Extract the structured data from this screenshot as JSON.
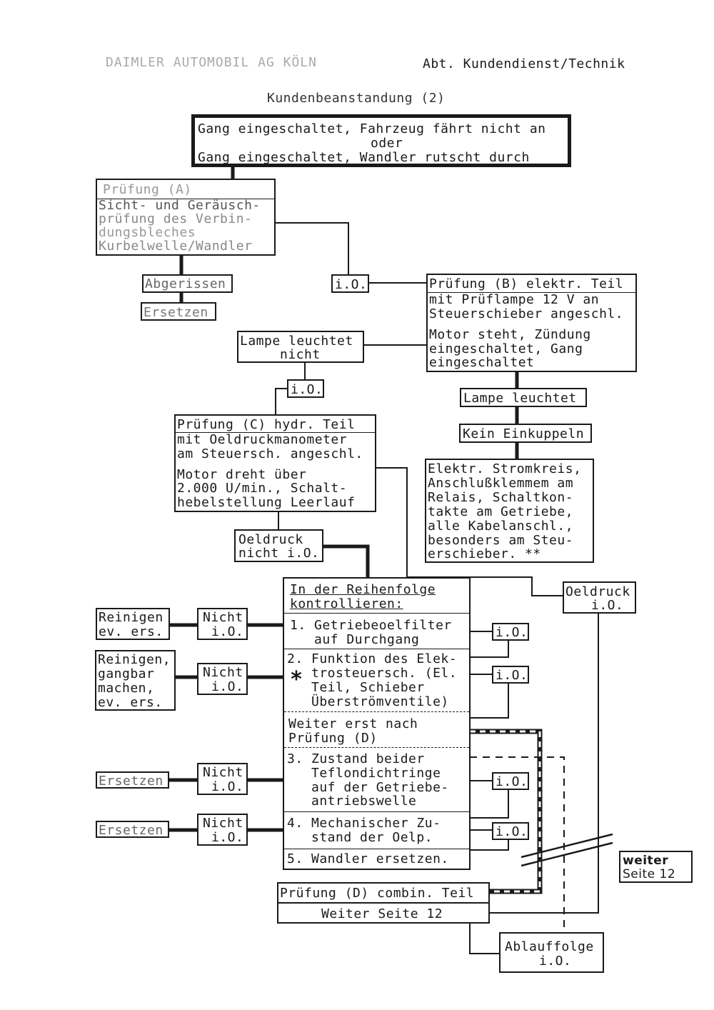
{
  "header": {
    "company": "DAIMLER AUTOMOBIL AG KÖLN",
    "department": "Abt. Kundendienst/Technik",
    "title": "Kundenbeanstandung (2)"
  },
  "complaint": {
    "line1": "Gang eingeschaltet, Fahrzeug fährt nicht an",
    "line2": "oder",
    "line3": "Gang eingeschaltet, Wandler rutscht durch"
  },
  "test_a": {
    "title": "Prüfung (A)",
    "lines": [
      "Sicht- und Geräusch-",
      "prüfung des Verbin-",
      "dungsbleches",
      "Kurbelwelle/Wandler"
    ]
  },
  "abgerissen": "Abgerissen",
  "ersetzen_a": "Ersetzen",
  "io_a": "i.O.",
  "test_b": {
    "title": "Prüfung (B) elektr. Teil",
    "lines1": [
      "mit Prüflampe 12 V an",
      "Steuerschieber angeschl."
    ],
    "lines2": [
      "Motor steht, Zündung",
      "eingeschaltet, Gang",
      "eingeschaltet"
    ]
  },
  "lampe_nicht": [
    "Lampe leuchtet",
    "nicht"
  ],
  "io_b": "i.O.",
  "lampe_leuchtet": "Lampe leuchtet",
  "kein_einkuppeln": "Kein Einkuppeln",
  "elektr_stromkreis": [
    "Elektr. Stromkreis,",
    "Anschlußklemmem am",
    "Relais, Schaltkon-",
    "takte am Getriebe,",
    "alle Kabelanschl.,",
    "besonders am Steu-",
    "erschieber. **"
  ],
  "test_c": {
    "title": "Prüfung (C) hydr. Teil",
    "lines1": [
      "mit Oeldruckmanometer",
      "am Steuersch. angeschl."
    ],
    "lines2": [
      "Motor dreht über",
      "2.000 U/min., Schalt-",
      "hebelstellung Leerlauf"
    ]
  },
  "oeldruck_nicht": [
    "Oeldruck",
    "nicht i.O."
  ],
  "oeldruck_io": [
    "Oeldruck",
    "i.O."
  ],
  "sequence": {
    "header": [
      "In der Reihenfolge",
      "kontrollieren:"
    ],
    "item1": [
      "1. Getriebeoelfilter",
      "   auf Durchgang"
    ],
    "item2": [
      "2. Funktion des Elek-",
      "   trosteuersch. (El.",
      "   Teil, Schieber",
      "   Überströmventile)"
    ],
    "weiter": [
      "Weiter erst nach",
      "Prüfung (D)"
    ],
    "item3": [
      "3. Zustand beider",
      "   Teflondichtringe",
      "   auf der Getriebe-",
      "   antriebswelle"
    ],
    "item4": [
      "4. Mechanischer Zu-",
      "   stand der Oelp."
    ],
    "item5": "5. Wandler ersetzen."
  },
  "star": "*",
  "reinigen1": [
    "Reinigen",
    "ev. ers."
  ],
  "reinigen2": [
    "Reinigen,",
    "gangbar",
    "machen,",
    "ev. ers."
  ],
  "ersetzen3": "Ersetzen",
  "ersetzen4": "Ersetzen",
  "nicht_io": [
    "Nicht",
    "i.O."
  ],
  "io": "i.O.",
  "test_d": {
    "title": "Prüfung (D) combin. Teil",
    "sub": "Weiter Seite 12"
  },
  "weiter_seite": [
    "weiter",
    "Seite 12"
  ],
  "ablauffolge": [
    "Ablauffolge",
    "i.O."
  ]
}
